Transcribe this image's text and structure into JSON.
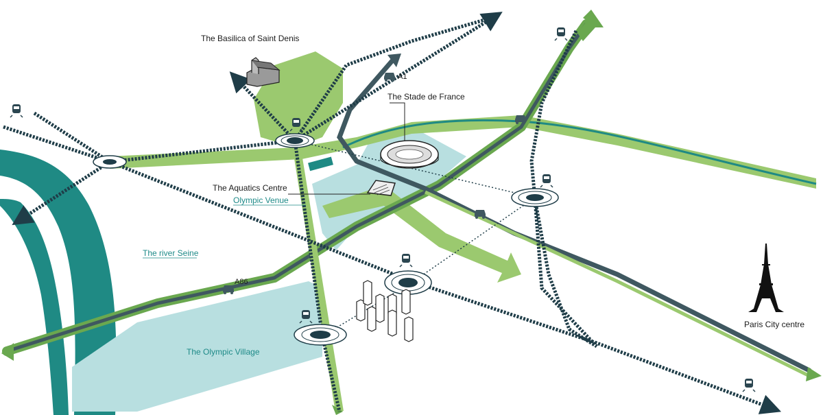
{
  "labels": {
    "basilica": "The Basilica of Saint Denis",
    "stade": "The Stade de France",
    "aquatics": "The Aquatics Centre",
    "olympic_venue": "Olympic Venue",
    "river": "The river Seine",
    "village": "The Olympic Village",
    "paris": "Paris City centre",
    "road_a1": "A1",
    "road_a86": "A86"
  },
  "icons": {
    "train": "train-icon",
    "car": "car-icon",
    "station": "station-hub-icon",
    "eiffel": "eiffel-tower-icon",
    "basilica": "basilica-icon",
    "stadium": "stadium-icon"
  },
  "colors": {
    "green_light": "#9bc96f",
    "green_dark": "#6aa84f",
    "road_dark": "#3f5860",
    "river": "#1f8a84",
    "venue_blue": "#b8dfe0",
    "rail": "#1f3d48"
  }
}
